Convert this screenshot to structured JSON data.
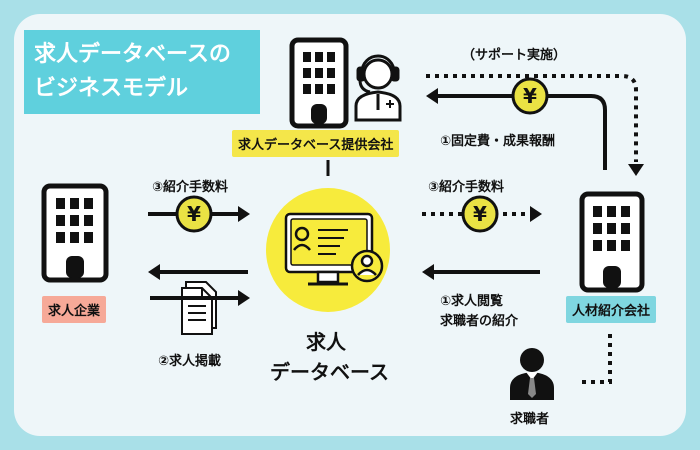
{
  "title": {
    "line1": "求人データベースの",
    "line2": "ビジネスモデル"
  },
  "nodes": {
    "provider": "求人データベース提供会社",
    "company": "求人企業",
    "agency": "人材紹介会社",
    "seeker": "求職者",
    "database_line1": "求人",
    "database_line2": "データベース"
  },
  "flows": {
    "support": "（サポート実施）",
    "fee": "①固定費・成果報酬",
    "commission_left": "③紹介手数料",
    "commission_right": "③紹介手数料",
    "post": "②求人掲載",
    "browse_line1": "①求人閲覧",
    "browse_line2": "求職者の紹介"
  },
  "yen": "¥",
  "colors": {
    "background": "#a9e0e8",
    "panel": "#eef6f9",
    "title_bg": "#5fd0dd",
    "provider_tag": "#f4e64a",
    "company_tag": "#f6a998",
    "agency_tag": "#7fd6e0",
    "yen_coin": "#eae244",
    "database_circle": "#f7eb3c"
  },
  "icons": [
    "building-icon",
    "call-center-operator-icon",
    "computer-profile-icon",
    "document-icon",
    "businessman-icon",
    "yen-coin-icon"
  ]
}
